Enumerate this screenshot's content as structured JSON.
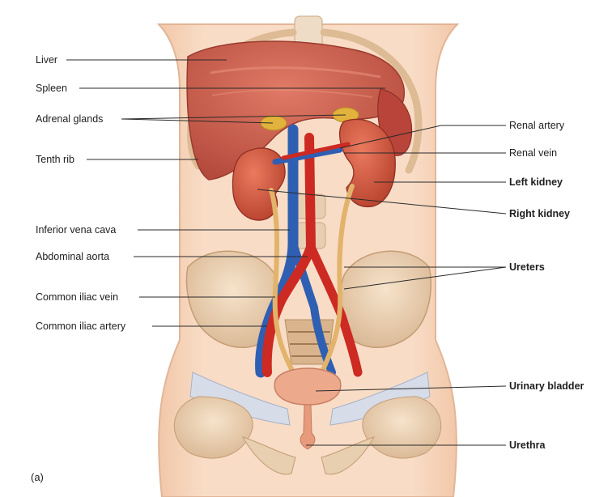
{
  "figure": {
    "panel_label": "(a)",
    "labels_left": {
      "liver": "Liver",
      "spleen": "Spleen",
      "adrenal": "Adrenal glands",
      "tenth_rib": "Tenth rib",
      "ivc": "Inferior vena cava",
      "aorta": "Abdominal aorta",
      "iliac_vein": "Common iliac vein",
      "iliac_artery": "Common iliac artery"
    },
    "labels_right": {
      "renal_artery": "Renal artery",
      "renal_vein": "Renal vein",
      "left_kidney": "Left kidney",
      "right_kidney": "Right kidney",
      "ureters": "Ureters",
      "bladder": "Urinary bladder",
      "urethra": "Urethra"
    }
  },
  "colors": {
    "background": "#ffffff",
    "skin": "#f5d0b4",
    "liver": "#cf5a4a",
    "kidney": "#d55d43",
    "artery": "#cc2a22",
    "vein": "#2f5fb3",
    "ureter": "#e2b36a",
    "bone": "#ecd2b2",
    "adrenal": "#e1b23c",
    "bladder": "#eca98c",
    "leader": "#2a2a2a"
  }
}
